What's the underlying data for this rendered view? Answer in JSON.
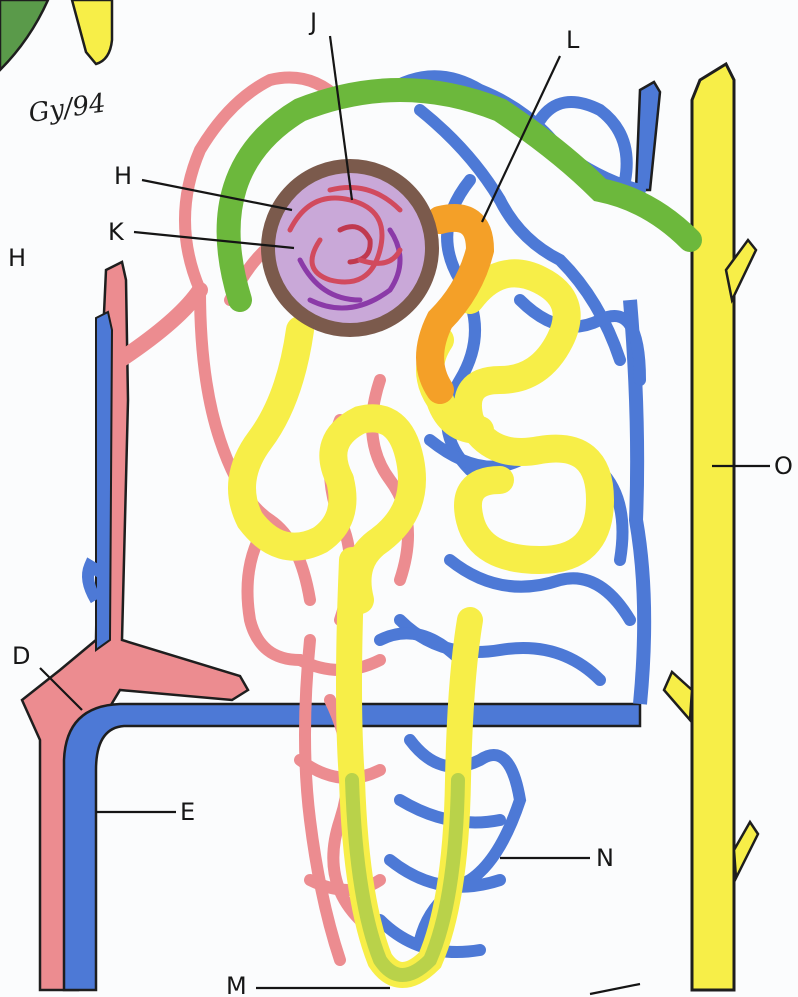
{
  "signature": "Gy/94",
  "labels": {
    "H_outer": "H",
    "H": "H",
    "J": "J",
    "K": "K",
    "L": "L",
    "D": "D",
    "E": "E",
    "M": "M",
    "N": "N",
    "O": "O"
  },
  "colors": {
    "artery": "#ec8c90",
    "vein": "#4d79d6",
    "tubule": "#f7ee48",
    "green_segment": "#6cb83c",
    "macula": "#f4a028",
    "capsule": "#7b5a4c",
    "glomerulus_fill": "#c9a8d8",
    "outline": "#1e1e1e"
  }
}
